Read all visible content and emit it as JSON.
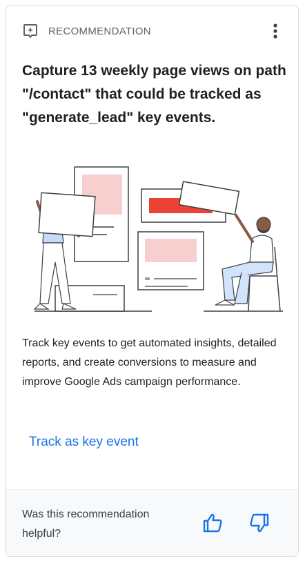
{
  "card": {
    "label": "RECOMMENDATION",
    "title": "Capture 13 weekly page views on path \"/contact\" that could be tracked as \"generate_lead\" key events.",
    "description": "Track key events to get automated insights, detailed reports, and create conversions to measure and improve Google Ads campaign performance.",
    "action_label": "Track as key event",
    "feedback_question": "Was this recommendation helpful?"
  },
  "icons": {
    "header": "recommendation-sparkle-icon",
    "menu": "more-vert-icon",
    "positive": "thumb-up-icon",
    "negative": "thumb-down-icon"
  },
  "colors": {
    "accent": "#1a73e8",
    "illustration_red": "#ea4335",
    "illustration_pink": "#f8cfcf",
    "illustration_blue": "#d2e3fc"
  }
}
